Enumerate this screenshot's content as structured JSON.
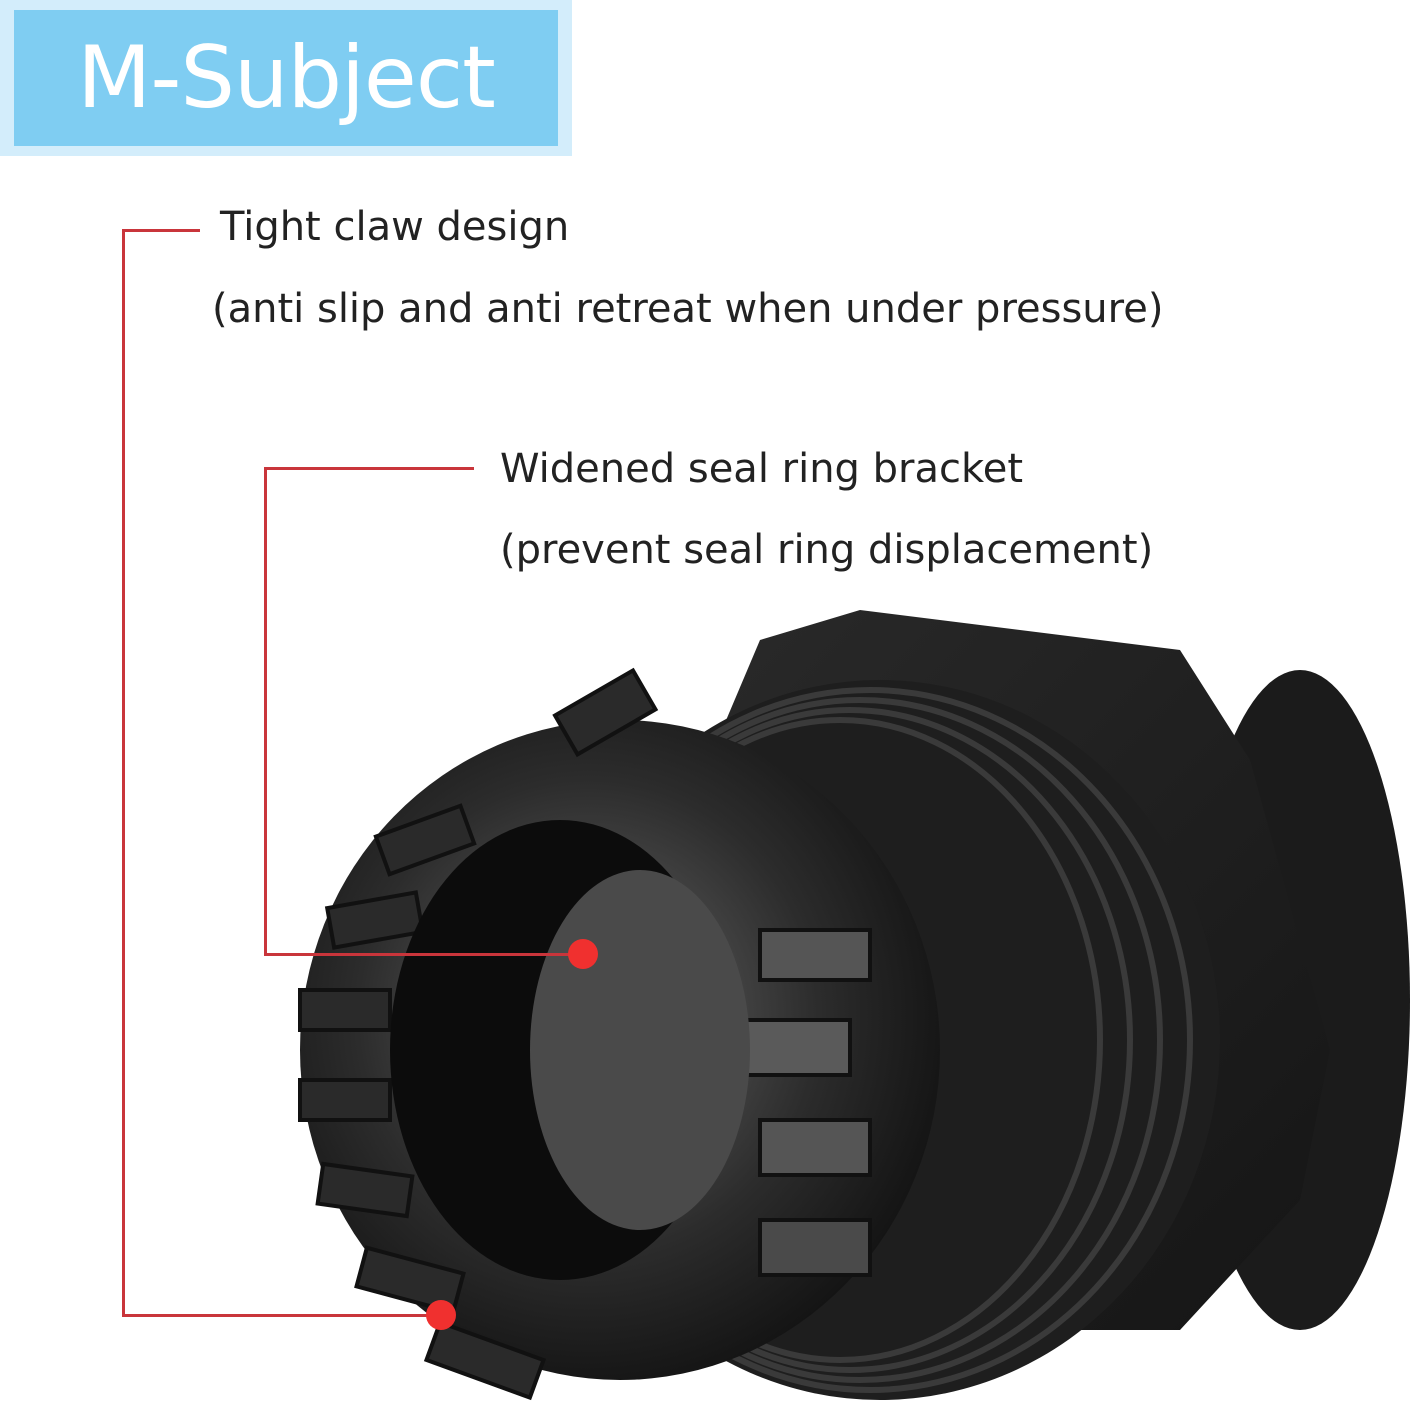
{
  "brand": {
    "label": "M-Subject"
  },
  "callouts": [
    {
      "title": "Tight claw design",
      "subtitle": "(anti slip and anti retreat when under pressure)"
    },
    {
      "title": "Widened seal ring bracket",
      "subtitle": "(prevent seal ring displacement)"
    }
  ],
  "colors": {
    "badge_outer": "#d3edfb",
    "badge_inner": "#7fcdf2",
    "callout_line": "#c9353b",
    "callout_dot": "#f0302f",
    "text": "#222222"
  },
  "product": {
    "description": "black plastic cable gland with claw fingers, threaded body and hex nut"
  }
}
